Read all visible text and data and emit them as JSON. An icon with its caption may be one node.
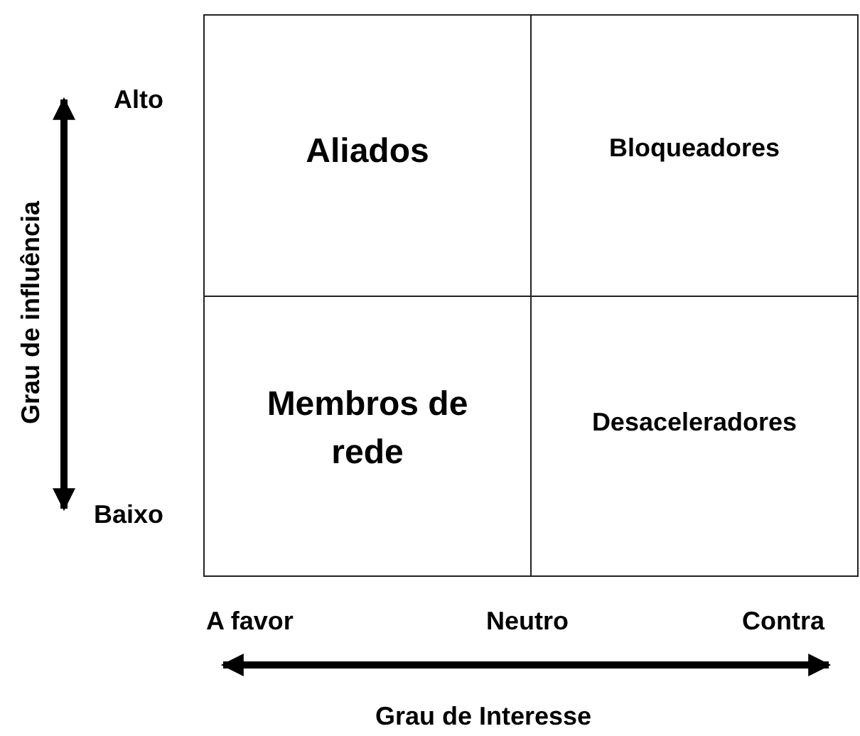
{
  "diagram": {
    "nodes": [
      {
        "text": [
          "Aliados"
        ]
      },
      {
        "text": [
          "Bloqueadores"
        ]
      },
      {
        "text": [
          "Membros de rede"
        ]
      },
      {
        "text": [
          "Desaceleradores"
        ]
      }
    ],
    "labels": [
      "Alto",
      "Grau de influência",
      "Baixo",
      "A favor",
      "Neutro",
      "Contra",
      "Grau de Interesse"
    ]
  }
}
